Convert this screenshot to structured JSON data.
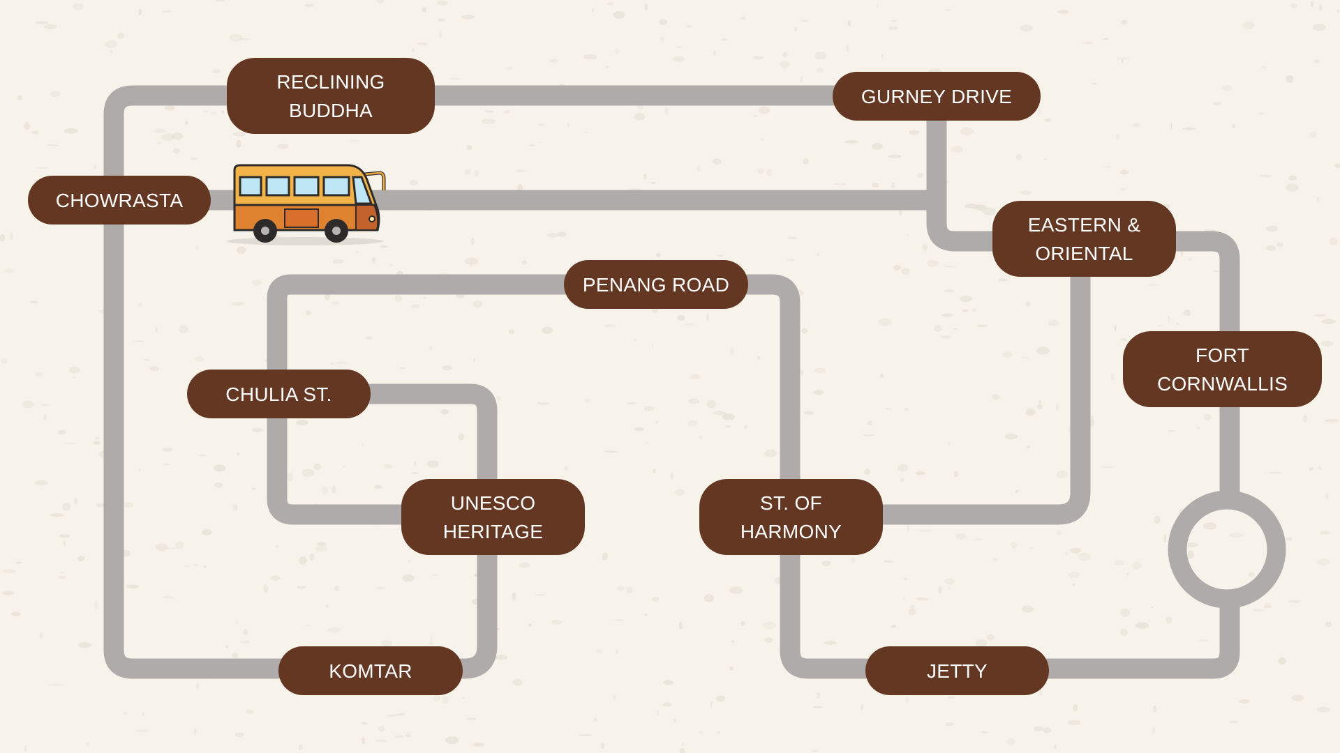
{
  "map": {
    "route_color": "#b0abab",
    "station_color": "#643722",
    "background_color": "#f7f3ea",
    "vehicle_icon": "bus-icon",
    "stations": [
      {
        "id": "reclining-buddha",
        "lines": [
          "RECLINING",
          "BUDDHA"
        ]
      },
      {
        "id": "gurney-drive",
        "lines": [
          "GURNEY DRIVE"
        ]
      },
      {
        "id": "chowrasta",
        "lines": [
          "CHOWRASTA"
        ]
      },
      {
        "id": "eastern-oriental",
        "lines": [
          "EASTERN &",
          "ORIENTAL"
        ]
      },
      {
        "id": "penang-road",
        "lines": [
          "PENANG ROAD"
        ]
      },
      {
        "id": "fort-cornwallis",
        "lines": [
          "FORT",
          "CORNWALLIS"
        ]
      },
      {
        "id": "chulia-st",
        "lines": [
          "CHULIA ST."
        ]
      },
      {
        "id": "unesco-heritage",
        "lines": [
          "UNESCO",
          "HERITAGE"
        ]
      },
      {
        "id": "st-of-harmony",
        "lines": [
          "ST. OF",
          "HARMONY"
        ]
      },
      {
        "id": "komtar",
        "lines": [
          "KOMTAR"
        ]
      },
      {
        "id": "jetty",
        "lines": [
          "JETTY"
        ]
      }
    ]
  }
}
